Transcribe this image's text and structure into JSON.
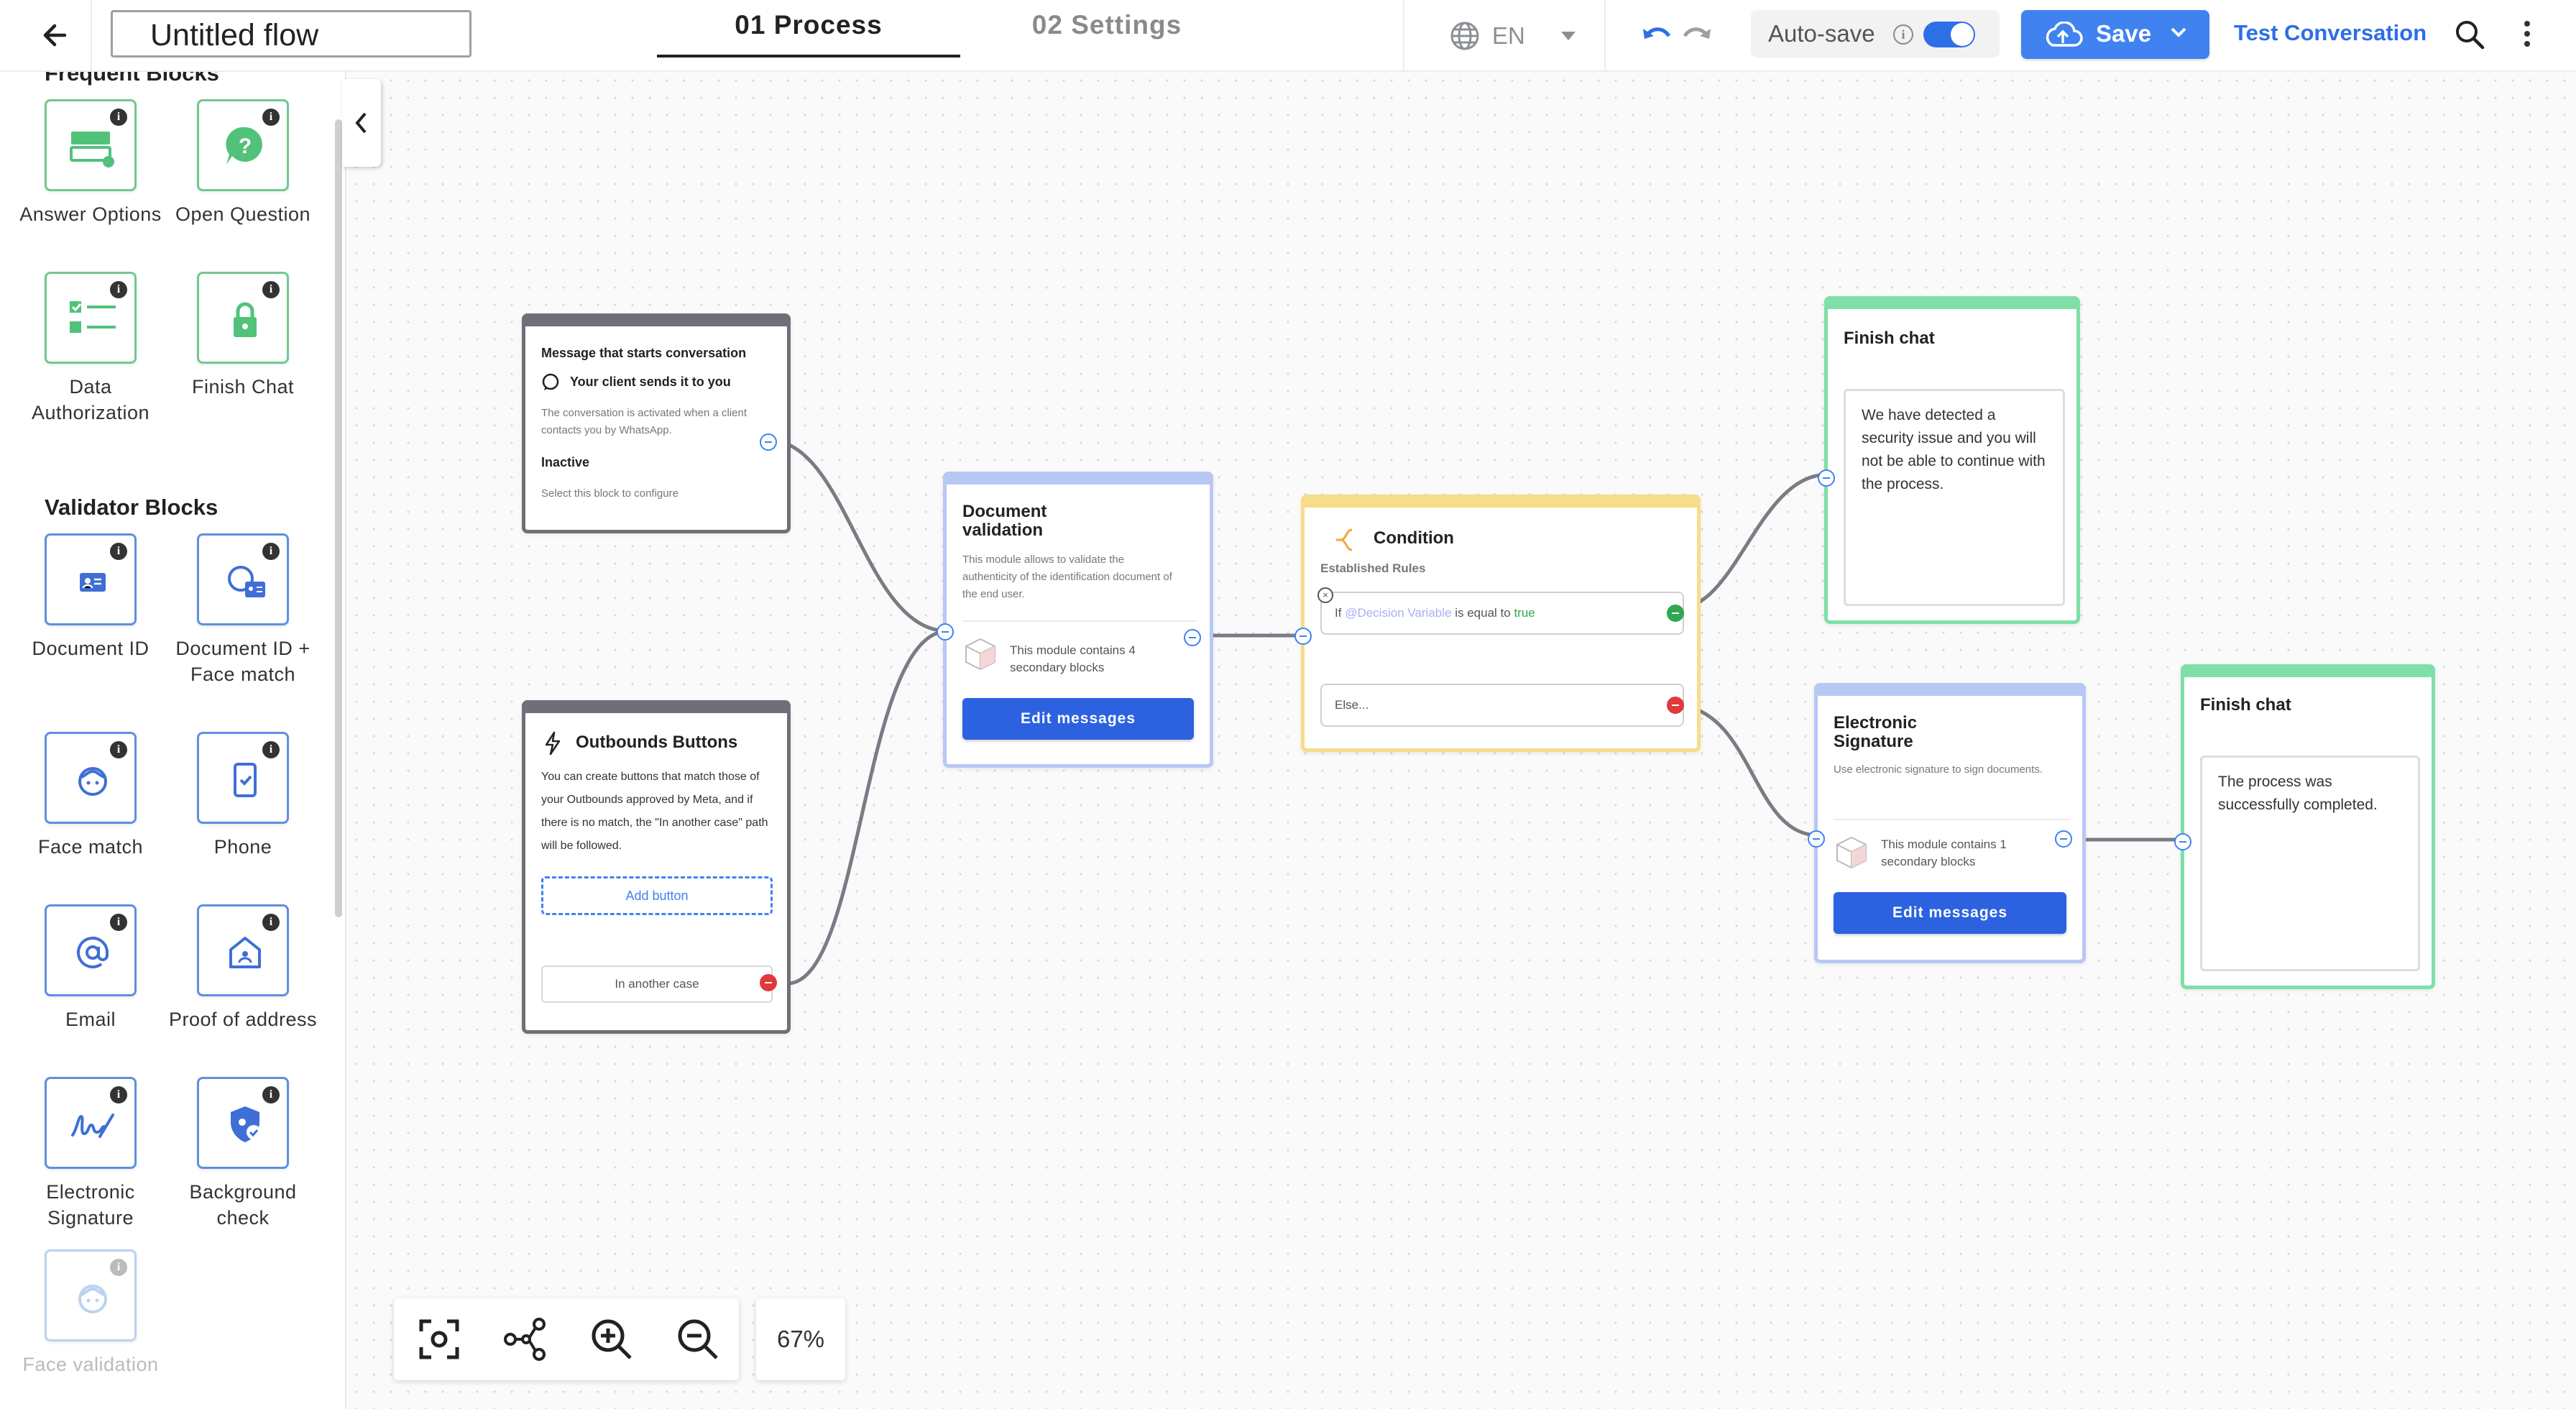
{
  "header": {
    "flow_name": "Untitled flow",
    "tabs": [
      {
        "label": "01 Process"
      },
      {
        "label": "02 Settings"
      }
    ],
    "language": "EN",
    "autosave_label": "Auto-save",
    "save_label": "Save",
    "test_label": "Test Conversation"
  },
  "sidebar": {
    "frequent_title": "Frequent Blocks",
    "frequent": [
      {
        "label": "Answer Options",
        "icon": "answer-options-icon"
      },
      {
        "label": "Open Question",
        "icon": "open-question-icon"
      },
      {
        "label": "Data Authorization",
        "icon": "data-authorization-icon"
      },
      {
        "label": "Finish Chat",
        "icon": "lock-icon"
      }
    ],
    "validator_title": "Validator Blocks",
    "validators": [
      {
        "label": "Document ID",
        "icon": "id-card-icon"
      },
      {
        "label": "Document ID + Face match",
        "icon": "face-id-icon"
      },
      {
        "label": "Face match",
        "icon": "face-icon"
      },
      {
        "label": "Phone",
        "icon": "phone-icon"
      },
      {
        "label": "Email",
        "icon": "at-sign-icon"
      },
      {
        "label": "Proof of address",
        "icon": "home-icon"
      },
      {
        "label": "Electronic Signature",
        "icon": "signature-icon"
      },
      {
        "label": "Background check",
        "icon": "shield-icon"
      },
      {
        "label": "Face validation",
        "icon": "face-icon"
      }
    ]
  },
  "nodes": {
    "start": {
      "title": "Message that starts conversation",
      "subtitle": "Your client sends it to you",
      "desc": "The conversation is activated when a client contacts you by WhatsApp.",
      "status": "Inactive",
      "hint": "Select this block to configure"
    },
    "outbounds": {
      "title": "Outbounds Buttons",
      "desc": "You can create buttons that match those of your Outbounds approved by Meta, and if there is no match, the \"In another case\" path will be followed.",
      "add_button": "Add button",
      "another_case": "In another case"
    },
    "doc_validation": {
      "title": "Document validation",
      "desc": "This module allows to validate the authenticity of the identification document of the end user.",
      "contains": "This module contains 4 secondary blocks",
      "edit": "Edit messages"
    },
    "condition": {
      "title": "Condition",
      "rules_label": "Established Rules",
      "rule_if": "If",
      "rule_var": "@Decision Variable",
      "rule_op": "is equal to",
      "rule_val": "true",
      "else": "Else..."
    },
    "finish1": {
      "title": "Finish chat",
      "message": "We have detected a security issue and you will not be able to continue with the process."
    },
    "esign": {
      "title": "Electronic Signature",
      "desc": "Use electronic signature to sign documents.",
      "contains": "This module contains 1 secondary blocks",
      "edit": "Edit messages"
    },
    "finish2": {
      "title": "Finish chat",
      "message": "The process was successfully completed."
    }
  },
  "zoom": "67%",
  "colors": {
    "primary": "#2c62e0",
    "green": "#7ee0a8",
    "blue_header": "#b8c8f5",
    "yellow": "#f7dc8a",
    "grey_header": "#6f6f78"
  }
}
